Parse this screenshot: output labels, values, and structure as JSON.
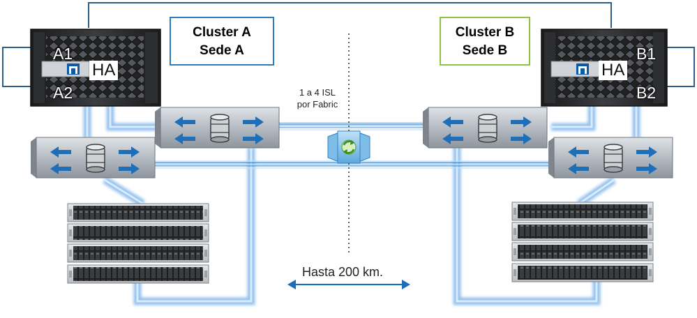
{
  "cluster_a": {
    "line1": "Cluster A",
    "line2": "Sede A",
    "border_color": "#2b7bbd"
  },
  "cluster_b": {
    "line1": "Cluster B",
    "line2": "Sede B",
    "border_color": "#8cc63f"
  },
  "nodes_a": {
    "top": "A1",
    "bottom": "A2",
    "ha": "HA"
  },
  "nodes_b": {
    "top": "B1",
    "bottom": "B2",
    "ha": "HA"
  },
  "isl": {
    "line1": "1 a 4 ISL",
    "line2": "por Fabric"
  },
  "distance": {
    "label": "Hasta 200 km."
  },
  "colors": {
    "link_glow": "#3c8fe0",
    "link_core": "#d8ecff",
    "arrow": "#1f6fb8",
    "switch_gray": "#a9b0b8"
  },
  "icons": [
    "controller-chassis-icon",
    "fc-switch-icon",
    "disk-shelf-icon",
    "atto-bridge-icon",
    "double-arrow-icon"
  ]
}
